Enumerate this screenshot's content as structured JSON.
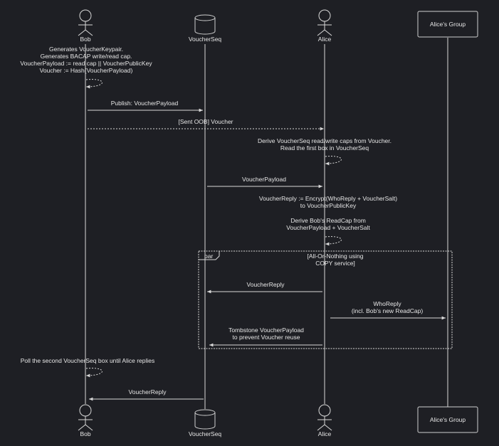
{
  "participants": {
    "bob": "Bob",
    "voucherseq": "VoucherSeq",
    "alice": "Alice",
    "group": "Alice's Group"
  },
  "notes": {
    "bob_generate": [
      "Generates VoucherKeypair.",
      "Generates BACAP write/read cap.",
      "VoucherPayload := read cap || VoucherPublicKey",
      "Voucher := Hash(VoucherPayload)"
    ],
    "alice_derive_seq": [
      "Derive VoucherSeq read/write caps from Voucher.",
      "Read the first box in VoucherSeq"
    ],
    "alice_reply": [
      "VoucherReply := Encrypt(WhoReply + VoucherSalt)",
      "to VoucherPublicKey"
    ],
    "alice_readcap": [
      "Derive Bob's ReadCap from",
      "VoucherPayload + VoucherSalt"
    ],
    "bob_poll": [
      "Poll the second VoucherSeq box until Alice replies"
    ]
  },
  "messages": {
    "publish": "Publish: VoucherPayload",
    "sent_oob": "[Sent OOB] Voucher",
    "voucher_payload": "VoucherPayload",
    "voucher_reply_1": "VoucherReply",
    "who_reply": [
      "WhoReply",
      "(incl. Bob's new ReadCap)"
    ],
    "tombstone": [
      "Tombstone VoucherPayload",
      "to prevent Voucher reuse"
    ],
    "voucher_reply_2": "VoucherReply"
  },
  "par_frame": {
    "label": "par",
    "condition": [
      "[All-Or-Nothing using",
      "COPY service]"
    ]
  }
}
